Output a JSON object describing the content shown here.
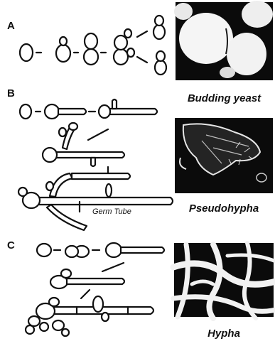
{
  "figure": {
    "panels": [
      {
        "id": "a",
        "letter": "A",
        "caption": "Budding yeast"
      },
      {
        "id": "b",
        "letter": "B",
        "caption": "Pseudohypha",
        "annotation": "Germ Tube"
      },
      {
        "id": "c",
        "letter": "C",
        "caption": "Hypha"
      }
    ]
  },
  "colors": {
    "ink": "#111111",
    "micrograph_background": "#0b0b0b",
    "cell": "#ffffff"
  }
}
